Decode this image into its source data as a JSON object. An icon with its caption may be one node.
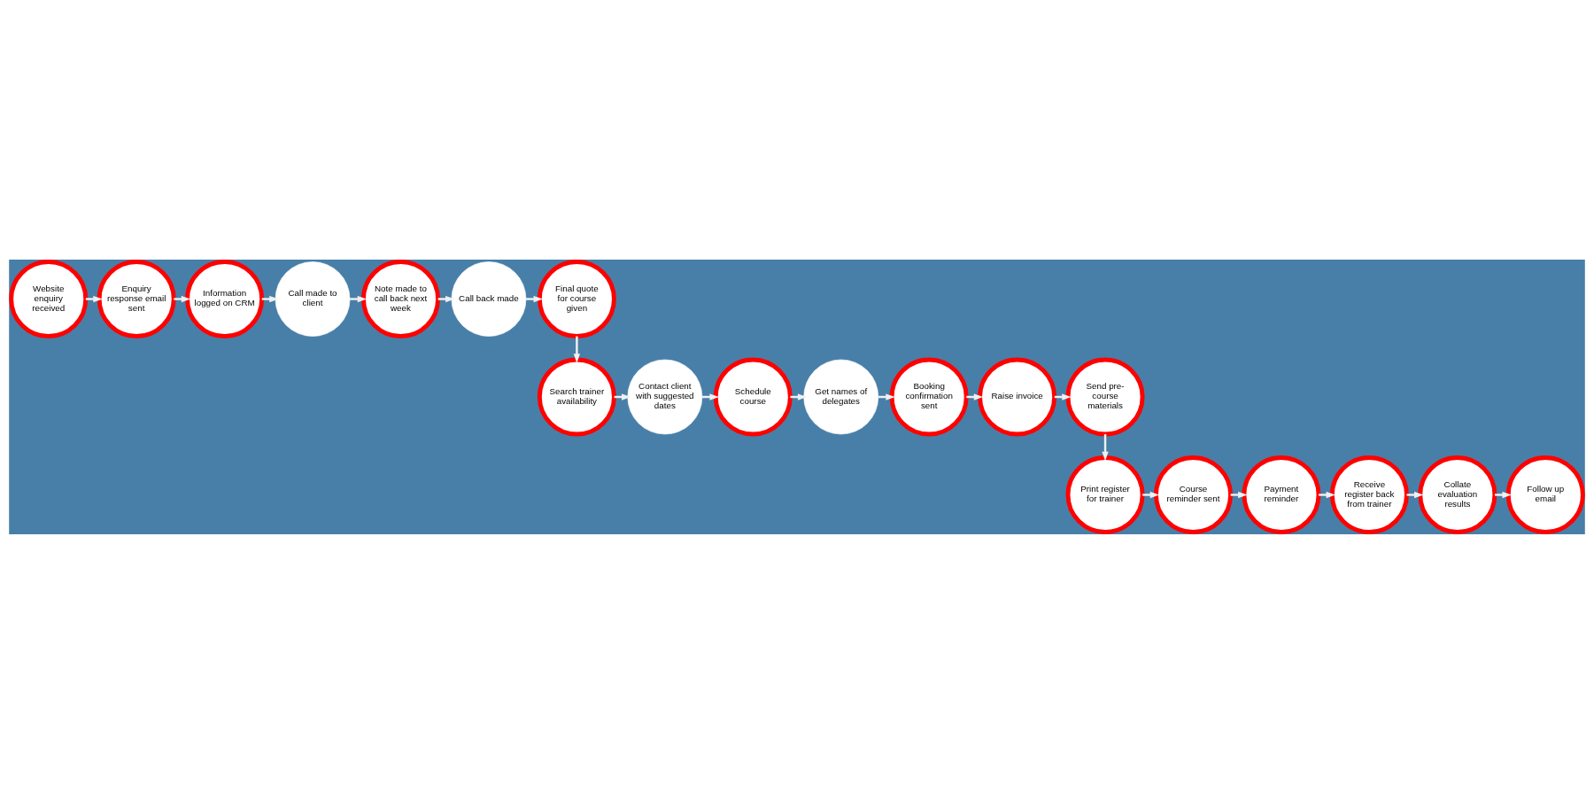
{
  "diagram": {
    "nodes": [
      {
        "text": [
          "Website enquiry received"
        ]
      },
      {
        "text": [
          "Enquiry response email sent"
        ]
      },
      {
        "text": [
          "Information logged on CRM"
        ]
      },
      {
        "text": [
          "Call made to client"
        ]
      },
      {
        "text": [
          "Note made to call back next week"
        ]
      },
      {
        "text": [
          "Call back made"
        ]
      },
      {
        "text": [
          "Final quote for course given"
        ]
      },
      {
        "text": [
          "Search trainer availability"
        ]
      },
      {
        "text": [
          "Contact client with suggested dates"
        ]
      },
      {
        "text": [
          "Schedule course"
        ]
      },
      {
        "text": [
          "Get names of delegates"
        ]
      },
      {
        "text": [
          "Booking confirmation sent"
        ]
      },
      {
        "text": [
          "Raise invoice"
        ]
      },
      {
        "text": [
          "Send pre-course materials"
        ]
      },
      {
        "text": [
          "Print register for trainer"
        ]
      },
      {
        "text": [
          "Course reminder sent"
        ]
      },
      {
        "text": [
          "Payment reminder"
        ]
      },
      {
        "text": [
          "Receive register back from trainer"
        ]
      },
      {
        "text": [
          "Collate evaluation results"
        ]
      },
      {
        "text": [
          "Follow up email"
        ]
      }
    ],
    "edges": [
      {
        "from": 0,
        "to": 1,
        "arrow": "to"
      },
      {
        "from": 1,
        "to": 2,
        "arrow": "to"
      },
      {
        "from": 2,
        "to": 3,
        "arrow": "to"
      },
      {
        "from": 3,
        "to": 4,
        "arrow": "to"
      },
      {
        "from": 4,
        "to": 5,
        "arrow": "to"
      },
      {
        "from": 5,
        "to": 6,
        "arrow": "to"
      },
      {
        "from": 6,
        "to": 7,
        "arrow": "to"
      },
      {
        "from": 7,
        "to": 8,
        "arrow": "to"
      },
      {
        "from": 8,
        "to": 9,
        "arrow": "to"
      },
      {
        "from": 9,
        "to": 10,
        "arrow": "to"
      },
      {
        "from": 10,
        "to": 11,
        "arrow": "to"
      },
      {
        "from": 11,
        "to": 12,
        "arrow": "to"
      },
      {
        "from": 12,
        "to": 13,
        "arrow": "to"
      },
      {
        "from": 13,
        "to": 14,
        "arrow": "to"
      },
      {
        "from": 14,
        "to": 15,
        "arrow": "to"
      },
      {
        "from": 15,
        "to": 16,
        "arrow": "to"
      },
      {
        "from": 16,
        "to": 17,
        "arrow": "to"
      },
      {
        "from": 17,
        "to": 18,
        "arrow": "to"
      },
      {
        "from": 18,
        "to": 19,
        "arrow": "to"
      }
    ]
  }
}
